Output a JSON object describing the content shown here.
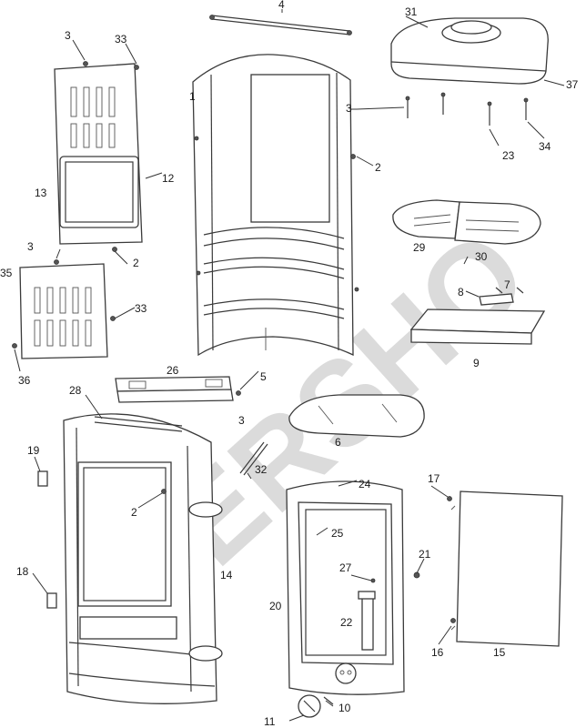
{
  "watermark": "ERSHO",
  "callouts": {
    "c1": "1",
    "c2a": "2",
    "c2b": "2",
    "c2c": "2",
    "c3a": "3",
    "c3b": "3",
    "c3c": "3",
    "c3d": "3",
    "c4": "4",
    "c5": "5",
    "c6": "6",
    "c7": "7",
    "c8": "8",
    "c9": "9",
    "c10": "10",
    "c11": "11",
    "c12": "12",
    "c13": "13",
    "c14": "14",
    "c15": "15",
    "c16": "16",
    "c17": "17",
    "c18": "18",
    "c19": "19",
    "c20": "20",
    "c21": "21",
    "c22": "22",
    "c23": "23",
    "c24": "24",
    "c25": "25",
    "c26": "26",
    "c27": "27",
    "c28": "28",
    "c29": "29",
    "c30": "30",
    "c31": "31",
    "c32": "32",
    "c33a": "33",
    "c33b": "33",
    "c34": "34",
    "c35": "35",
    "c36": "36",
    "c37": "37"
  }
}
